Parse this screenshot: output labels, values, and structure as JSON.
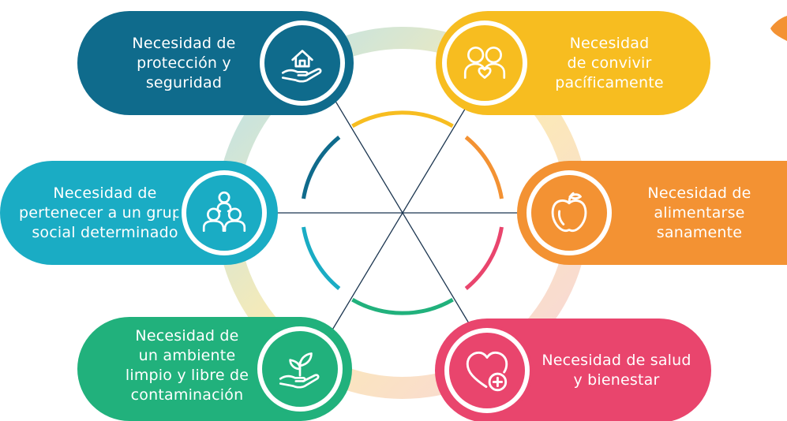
{
  "colors": {
    "blue": "#0f6b8c",
    "yellow": "#f7bd20",
    "teal": "#1aacc4",
    "orange": "#f39233",
    "green": "#21b17c",
    "pink": "#e9456d",
    "ring_left": "#9fd7e6",
    "ring_right": "#f5c6d0",
    "ring_top": "#fbe59a"
  },
  "needs": [
    {
      "id": "proteccion",
      "label": "Necesidad de\nprotección y\nseguridad",
      "icon": "house-in-hand-icon",
      "color": "#0f6b8c"
    },
    {
      "id": "convivir",
      "label": "Necesidad\nde convivir\npacíficamente",
      "icon": "couple-heart-icon",
      "color": "#f7bd20"
    },
    {
      "id": "pertenecer",
      "label": "Necesidad de\npertenecer a un grupo\nsocial determinado",
      "icon": "group-people-icon",
      "color": "#1aacc4"
    },
    {
      "id": "alimentarse",
      "label": "Necesidad de\nalimentarse\nsanamente",
      "icon": "apple-icon",
      "color": "#f39233"
    },
    {
      "id": "ambiente",
      "label": "Necesidad de\nun ambiente\nlimpio y libre de\ncontaminación",
      "icon": "plant-in-hand-icon",
      "color": "#21b17c"
    },
    {
      "id": "salud",
      "label": "Necesidad de salud\ny bienestar",
      "icon": "heart-health-icon",
      "color": "#e9456d"
    }
  ]
}
